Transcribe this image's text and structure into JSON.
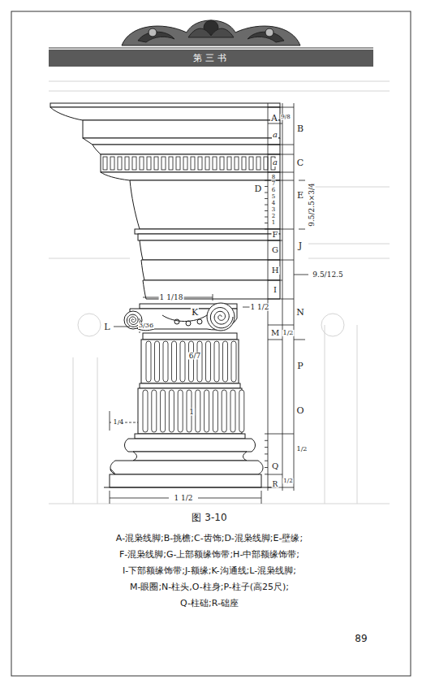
{
  "diagram": {
    "caption": "图 3-10",
    "nodes": [
      {
        "text": [
          "第三书"
        ]
      }
    ],
    "labels": [
      "A",
      "9/8",
      "B",
      "a",
      "a",
      "C",
      "D",
      "E",
      "8",
      "7",
      "6",
      "5",
      "4",
      "3",
      "2",
      "1",
      "9.5/2.5×3/4",
      "F",
      "G",
      "J",
      "H",
      "I",
      "9.5/12.5",
      "N",
      "M",
      "1/2",
      "P",
      "O",
      "1/2",
      "Q",
      "1/2",
      "R",
      "1 1/18",
      "1 1/2",
      "K",
      "3/36",
      "L",
      "6/7",
      "1",
      "1/4",
      "1 1/2",
      "A-混枭线脚;B-挑檐;C-齿饰;D-混枭线脚;E-壁缘;",
      "F-混枭线脚;G-上部额缘饰带;H-中部额缘饰带;",
      "I-下部额缘饰带;J-额缘;K-沟通线;L-混枭线脚;",
      "M-眼圈;N-柱头,O-柱身;P-柱子(高25尺);",
      "Q-柱础;R-础座",
      "89"
    ]
  }
}
